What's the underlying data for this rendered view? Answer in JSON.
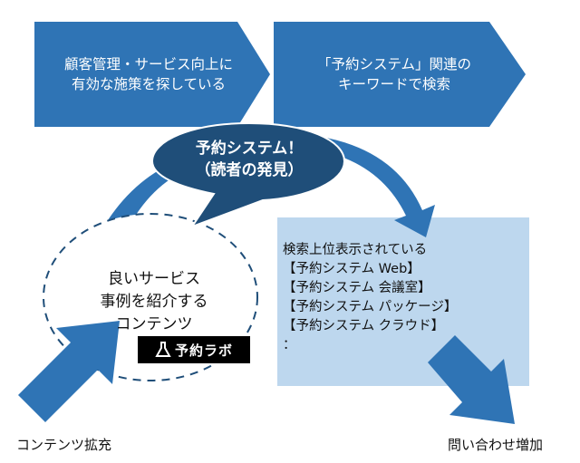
{
  "step1": {
    "lines": [
      "顧客管理・サービス向上に",
      "有効な施策を探している"
    ]
  },
  "step2": {
    "lines": [
      "「予約システム」関連の",
      "キーワードで検索"
    ]
  },
  "discovery": {
    "lines": [
      "予約システム！",
      "（読者の発見）"
    ]
  },
  "content": {
    "lines": [
      "良いサービス",
      "事例を紹介する",
      "コンテンツ"
    ]
  },
  "logo": {
    "text": "予約ラボ"
  },
  "search_results": {
    "lines": [
      "検索上位表示されている",
      "【予約システム Web】",
      "【予約システム 会議室】",
      "【予約システム パッケージ】",
      "【予約システム クラウド】",
      "："
    ]
  },
  "labels": {
    "content_expansion": "コンテンツ拡充",
    "inquiry_increase": "問い合わせ増加"
  },
  "colors": {
    "primary_blue": "#2f74b5",
    "dark_navy": "#1f4e79",
    "light_blue_box": "#bdd7ee"
  }
}
